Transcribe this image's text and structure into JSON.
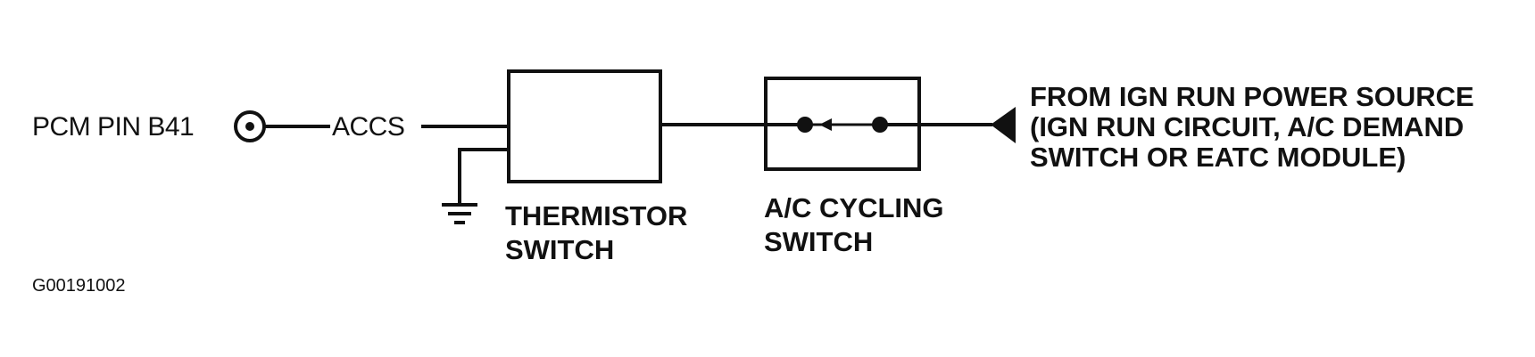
{
  "labels": {
    "pcm_pin": "PCM PIN B41",
    "accs": "ACCS",
    "thermistor_switch": [
      "THERMISTOR",
      "SWITCH"
    ],
    "ac_cycling_switch": [
      "A/C CYCLING",
      "SWITCH"
    ],
    "power_source": [
      "FROM IGN RUN POWER SOURCE",
      "(IGN RUN CIRCUIT, A/C DEMAND",
      "SWITCH OR EATC MODULE)"
    ],
    "figure_id": "G00191002"
  }
}
